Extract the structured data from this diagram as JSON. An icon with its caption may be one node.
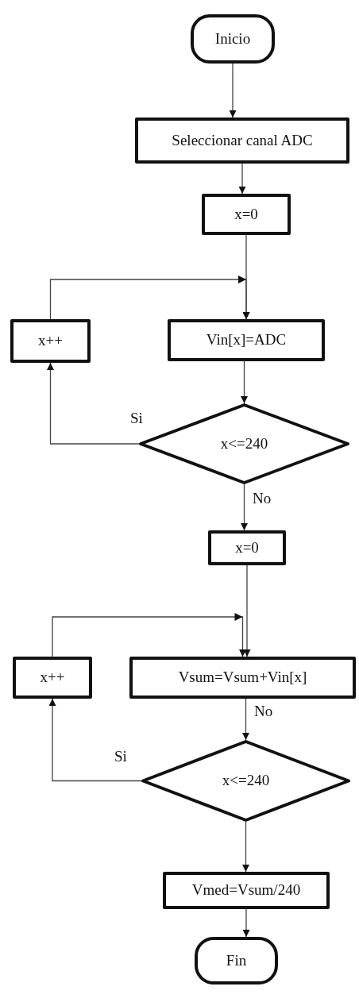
{
  "diagram": {
    "nodes": [
      {
        "text": [
          "Inicio"
        ]
      },
      {
        "text": [
          "Seleccionar canal ADC"
        ]
      },
      {
        "text": [
          "x=0"
        ]
      },
      {
        "text": [
          "x++"
        ]
      },
      {
        "text": [
          "Vin[x]=ADC"
        ]
      },
      {
        "text": [
          "x<=240"
        ]
      },
      {
        "text": [
          "x=0"
        ]
      },
      {
        "text": [
          "x++"
        ]
      },
      {
        "text": [
          "Vsum=Vsum+Vin[x]"
        ]
      },
      {
        "text": [
          "x<=240"
        ]
      },
      {
        "text": [
          "Vmed=Vsum/240"
        ]
      },
      {
        "text": [
          "Fin"
        ]
      }
    ],
    "edges": [
      {
        "from": 0,
        "to": 1,
        "arrow": "to"
      },
      {
        "from": 1,
        "to": 2,
        "arrow": "to"
      },
      {
        "from": 2,
        "to": 4,
        "arrow": "to"
      },
      {
        "from": 3,
        "to": 4,
        "arrow": "to"
      },
      {
        "from": 4,
        "to": 5,
        "arrow": "to"
      },
      {
        "from": 5,
        "to": 3,
        "arrow": "to",
        "label": "Si"
      },
      {
        "from": 5,
        "to": 6,
        "arrow": "to",
        "label": "No"
      },
      {
        "from": 6,
        "to": 8,
        "arrow": "to"
      },
      {
        "from": 7,
        "to": 8,
        "arrow": "to"
      },
      {
        "from": 8,
        "to": 9,
        "arrow": "to",
        "label": "No"
      },
      {
        "from": 9,
        "to": 7,
        "arrow": "to",
        "label": "Si"
      },
      {
        "from": 9,
        "to": 10,
        "arrow": "to"
      },
      {
        "from": 10,
        "to": 11,
        "arrow": "to"
      }
    ]
  }
}
